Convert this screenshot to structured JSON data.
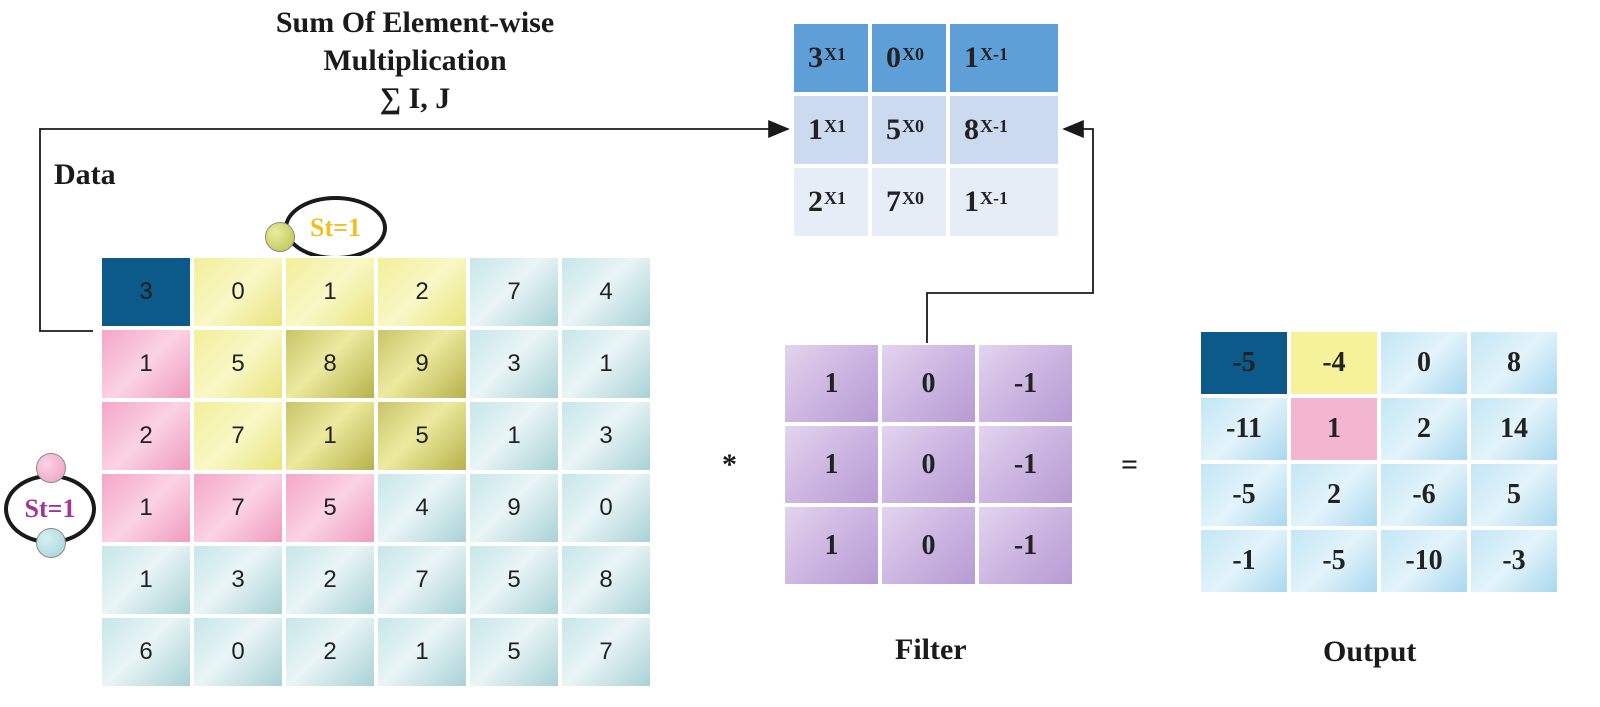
{
  "title": {
    "line1": "Sum Of Element-wise",
    "line2": "Multiplication",
    "line3": "∑ I, J"
  },
  "data_label": "Data",
  "filter_label": "Filter",
  "output_label": "Output",
  "operator_multiply": "*",
  "operator_equals": "=",
  "stride_top": {
    "text": "St=1",
    "color": "#f0c020"
  },
  "stride_left": {
    "text": "St=1",
    "color": "#a0369a"
  },
  "data_grid": [
    [
      "3",
      "0",
      "1",
      "2",
      "7",
      "4"
    ],
    [
      "1",
      "5",
      "8",
      "9",
      "3",
      "1"
    ],
    [
      "2",
      "7",
      "1",
      "5",
      "1",
      "3"
    ],
    [
      "1",
      "7",
      "5",
      "4",
      "9",
      "0"
    ],
    [
      "1",
      "3",
      "2",
      "7",
      "5",
      "8"
    ],
    [
      "6",
      "0",
      "2",
      "1",
      "5",
      "7"
    ]
  ],
  "filter_grid": [
    [
      "1",
      "0",
      "-1"
    ],
    [
      "1",
      "0",
      "-1"
    ],
    [
      "1",
      "0",
      "-1"
    ]
  ],
  "output_grid": [
    [
      "-5",
      "-4",
      "0",
      "8"
    ],
    [
      "-11",
      "1",
      "2",
      "14"
    ],
    [
      "-5",
      "2",
      "-6",
      "5"
    ],
    [
      "-1",
      "-5",
      "-10",
      "-3"
    ]
  ],
  "multiplication_grid": [
    [
      {
        "v": "3",
        "e": "X1"
      },
      {
        "v": "0",
        "e": "X0"
      },
      {
        "v": "1",
        "e": "X-1"
      }
    ],
    [
      {
        "v": "1",
        "e": "X1"
      },
      {
        "v": "5",
        "e": "X0"
      },
      {
        "v": "8",
        "e": "X-1"
      }
    ],
    [
      {
        "v": "2",
        "e": "X1"
      },
      {
        "v": "7",
        "e": "X0"
      },
      {
        "v": "1",
        "e": "X-1"
      }
    ]
  ],
  "colors": {
    "dark_blue": "#0c5a8a",
    "yellow": "#ecea9e",
    "olive": "#c9c46a",
    "pink": "#f4a6c8",
    "teal": "#c7e6e8",
    "lavender": "#cab3e0",
    "light_blue": "#c3e6f5",
    "header_blue": "#5f9fd8"
  }
}
